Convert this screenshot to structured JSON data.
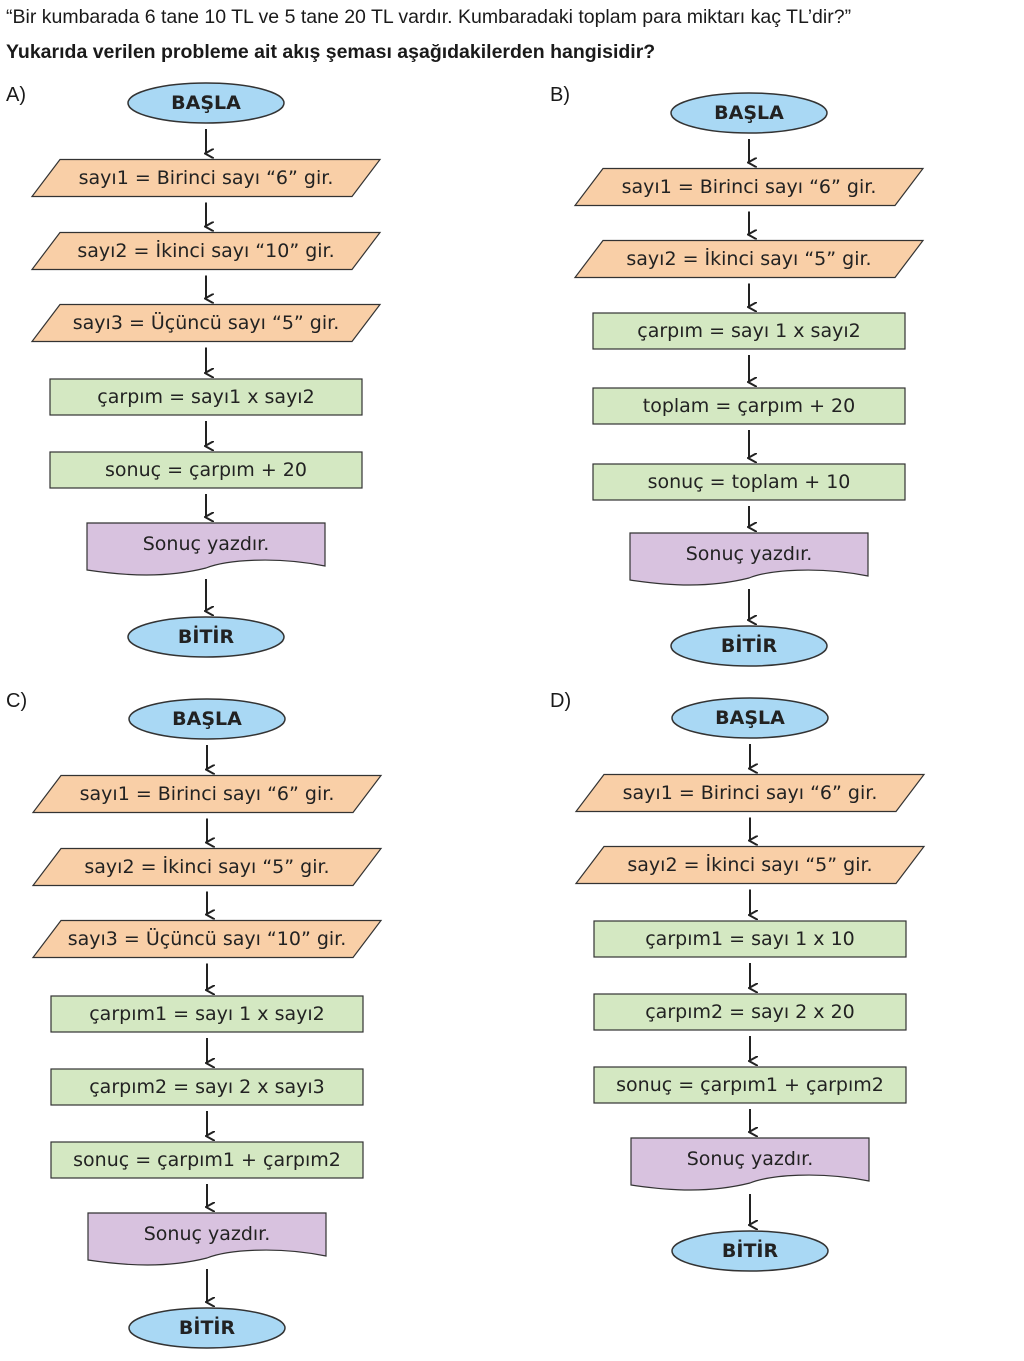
{
  "question": {
    "text": "“Bir kumbarada 6 tane 10 TL ve 5 tane 20 TL vardır. Kumbaradaki toplam para miktarı kaç TL’dir?”",
    "prompt": "Yukarıda verilen probleme ait akış şeması aşağıdakilerden hangisidir?"
  },
  "colors": {
    "terminal": "#a9d8f4",
    "input": "#f9cfa7",
    "process": "#d4e8c2",
    "output": "#d8c2df",
    "stroke": "#333333"
  },
  "options": [
    {
      "label": "A)",
      "nodes": [
        {
          "type": "terminal",
          "text": "BAŞLA"
        },
        {
          "type": "input",
          "text": "sayı1 = Birinci sayı “6” gir."
        },
        {
          "type": "input",
          "text": "sayı2 = İkinci sayı “10” gir."
        },
        {
          "type": "input",
          "text": "sayı3 = Üçüncü sayı “5” gir."
        },
        {
          "type": "process",
          "text": "çarpım = sayı1 x sayı2"
        },
        {
          "type": "process",
          "text": "sonuç = çarpım + 20"
        },
        {
          "type": "output",
          "text": "Sonuç yazdır."
        },
        {
          "type": "terminal",
          "text": "BİTİR"
        }
      ]
    },
    {
      "label": "B)",
      "nodes": [
        {
          "type": "terminal",
          "text": "BAŞLA"
        },
        {
          "type": "input",
          "text": "sayı1 = Birinci sayı “6” gir."
        },
        {
          "type": "input",
          "text": "sayı2 = İkinci sayı “5” gir."
        },
        {
          "type": "process",
          "text": "çarpım = sayı 1 x sayı2"
        },
        {
          "type": "process",
          "text": "toplam = çarpım + 20"
        },
        {
          "type": "process",
          "text": "sonuç = toplam + 10"
        },
        {
          "type": "output",
          "text": "Sonuç yazdır."
        },
        {
          "type": "terminal",
          "text": "BİTİR"
        }
      ]
    },
    {
      "label": "C)",
      "nodes": [
        {
          "type": "terminal",
          "text": "BAŞLA"
        },
        {
          "type": "input",
          "text": "sayı1 = Birinci sayı “6” gir."
        },
        {
          "type": "input",
          "text": "sayı2 = İkinci sayı “5” gir."
        },
        {
          "type": "input",
          "text": "sayı3 = Üçüncü sayı “10” gir."
        },
        {
          "type": "process",
          "text": "çarpım1 = sayı 1 x sayı2"
        },
        {
          "type": "process",
          "text": "çarpım2 = sayı 2 x sayı3"
        },
        {
          "type": "process",
          "text": "sonuç = çarpım1 + çarpım2"
        },
        {
          "type": "output",
          "text": "Sonuç yazdır."
        },
        {
          "type": "terminal",
          "text": "BİTİR"
        }
      ]
    },
    {
      "label": "D)",
      "nodes": [
        {
          "type": "terminal",
          "text": "BAŞLA"
        },
        {
          "type": "input",
          "text": "sayı1 = Birinci sayı “6” gir."
        },
        {
          "type": "input",
          "text": "sayı2 = İkinci sayı “5” gir."
        },
        {
          "type": "process",
          "text": "çarpım1 = sayı 1 x 10"
        },
        {
          "type": "process",
          "text": "çarpım2 = sayı 2 x 20"
        },
        {
          "type": "process",
          "text": "sonuç = çarpım1  + çarpım2"
        },
        {
          "type": "output",
          "text": "Sonuç yazdır."
        },
        {
          "type": "terminal",
          "text": "BİTİR"
        }
      ]
    }
  ]
}
